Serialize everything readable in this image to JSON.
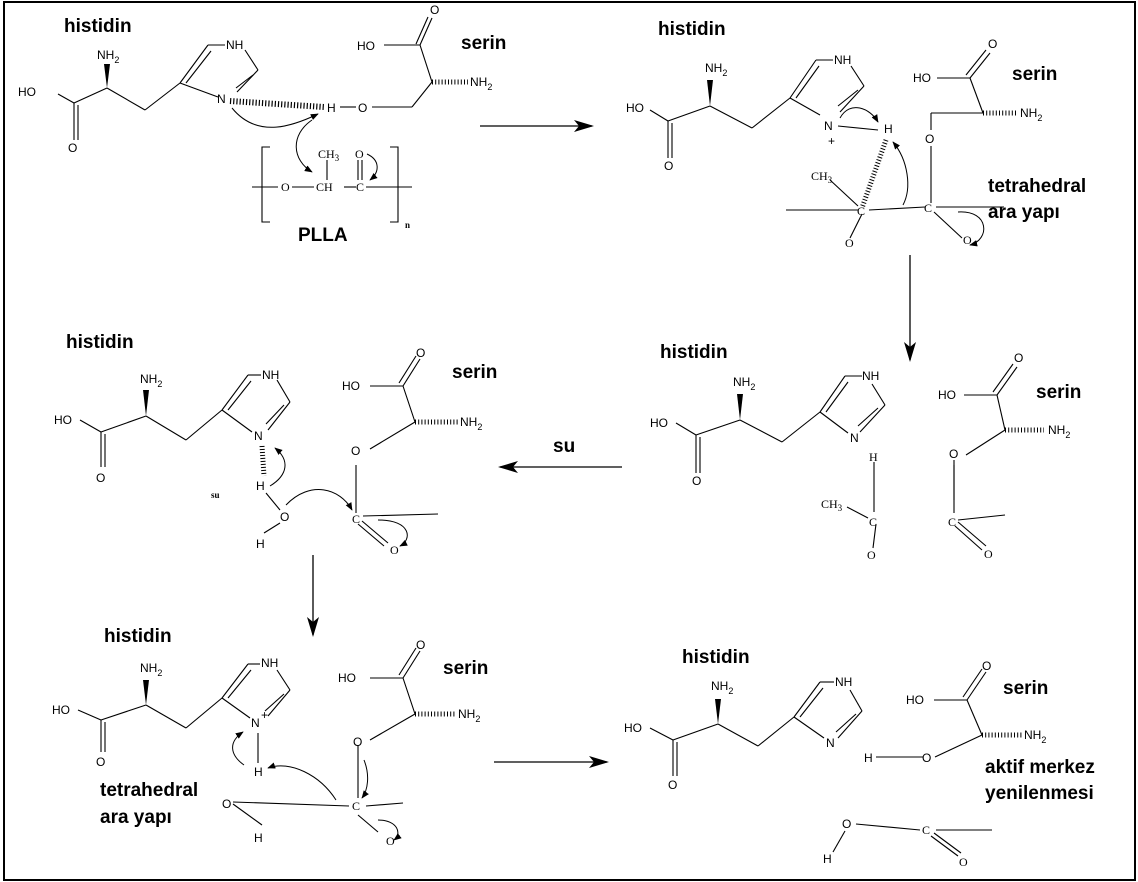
{
  "labels": {
    "histidin": "histidin",
    "serin": "serin",
    "pla": "PLLA",
    "n": "n",
    "su": "su",
    "su_small": "su",
    "tetra1": "tetrahedral",
    "tetra2": "ara yapı",
    "aktif1": "aktif merkez",
    "aktif2": "yenilenmesi"
  },
  "atoms": {
    "HO": "HO",
    "NH2": "NH",
    "sub2": "2",
    "NH": "NH",
    "N": "N",
    "Nplus": "N",
    "plus": "+",
    "O": "O",
    "H": "H",
    "CH3": "CH",
    "sub3": "3",
    "C": "C",
    "CH": "CH",
    "Ominus": "O",
    "minus": "-"
  }
}
